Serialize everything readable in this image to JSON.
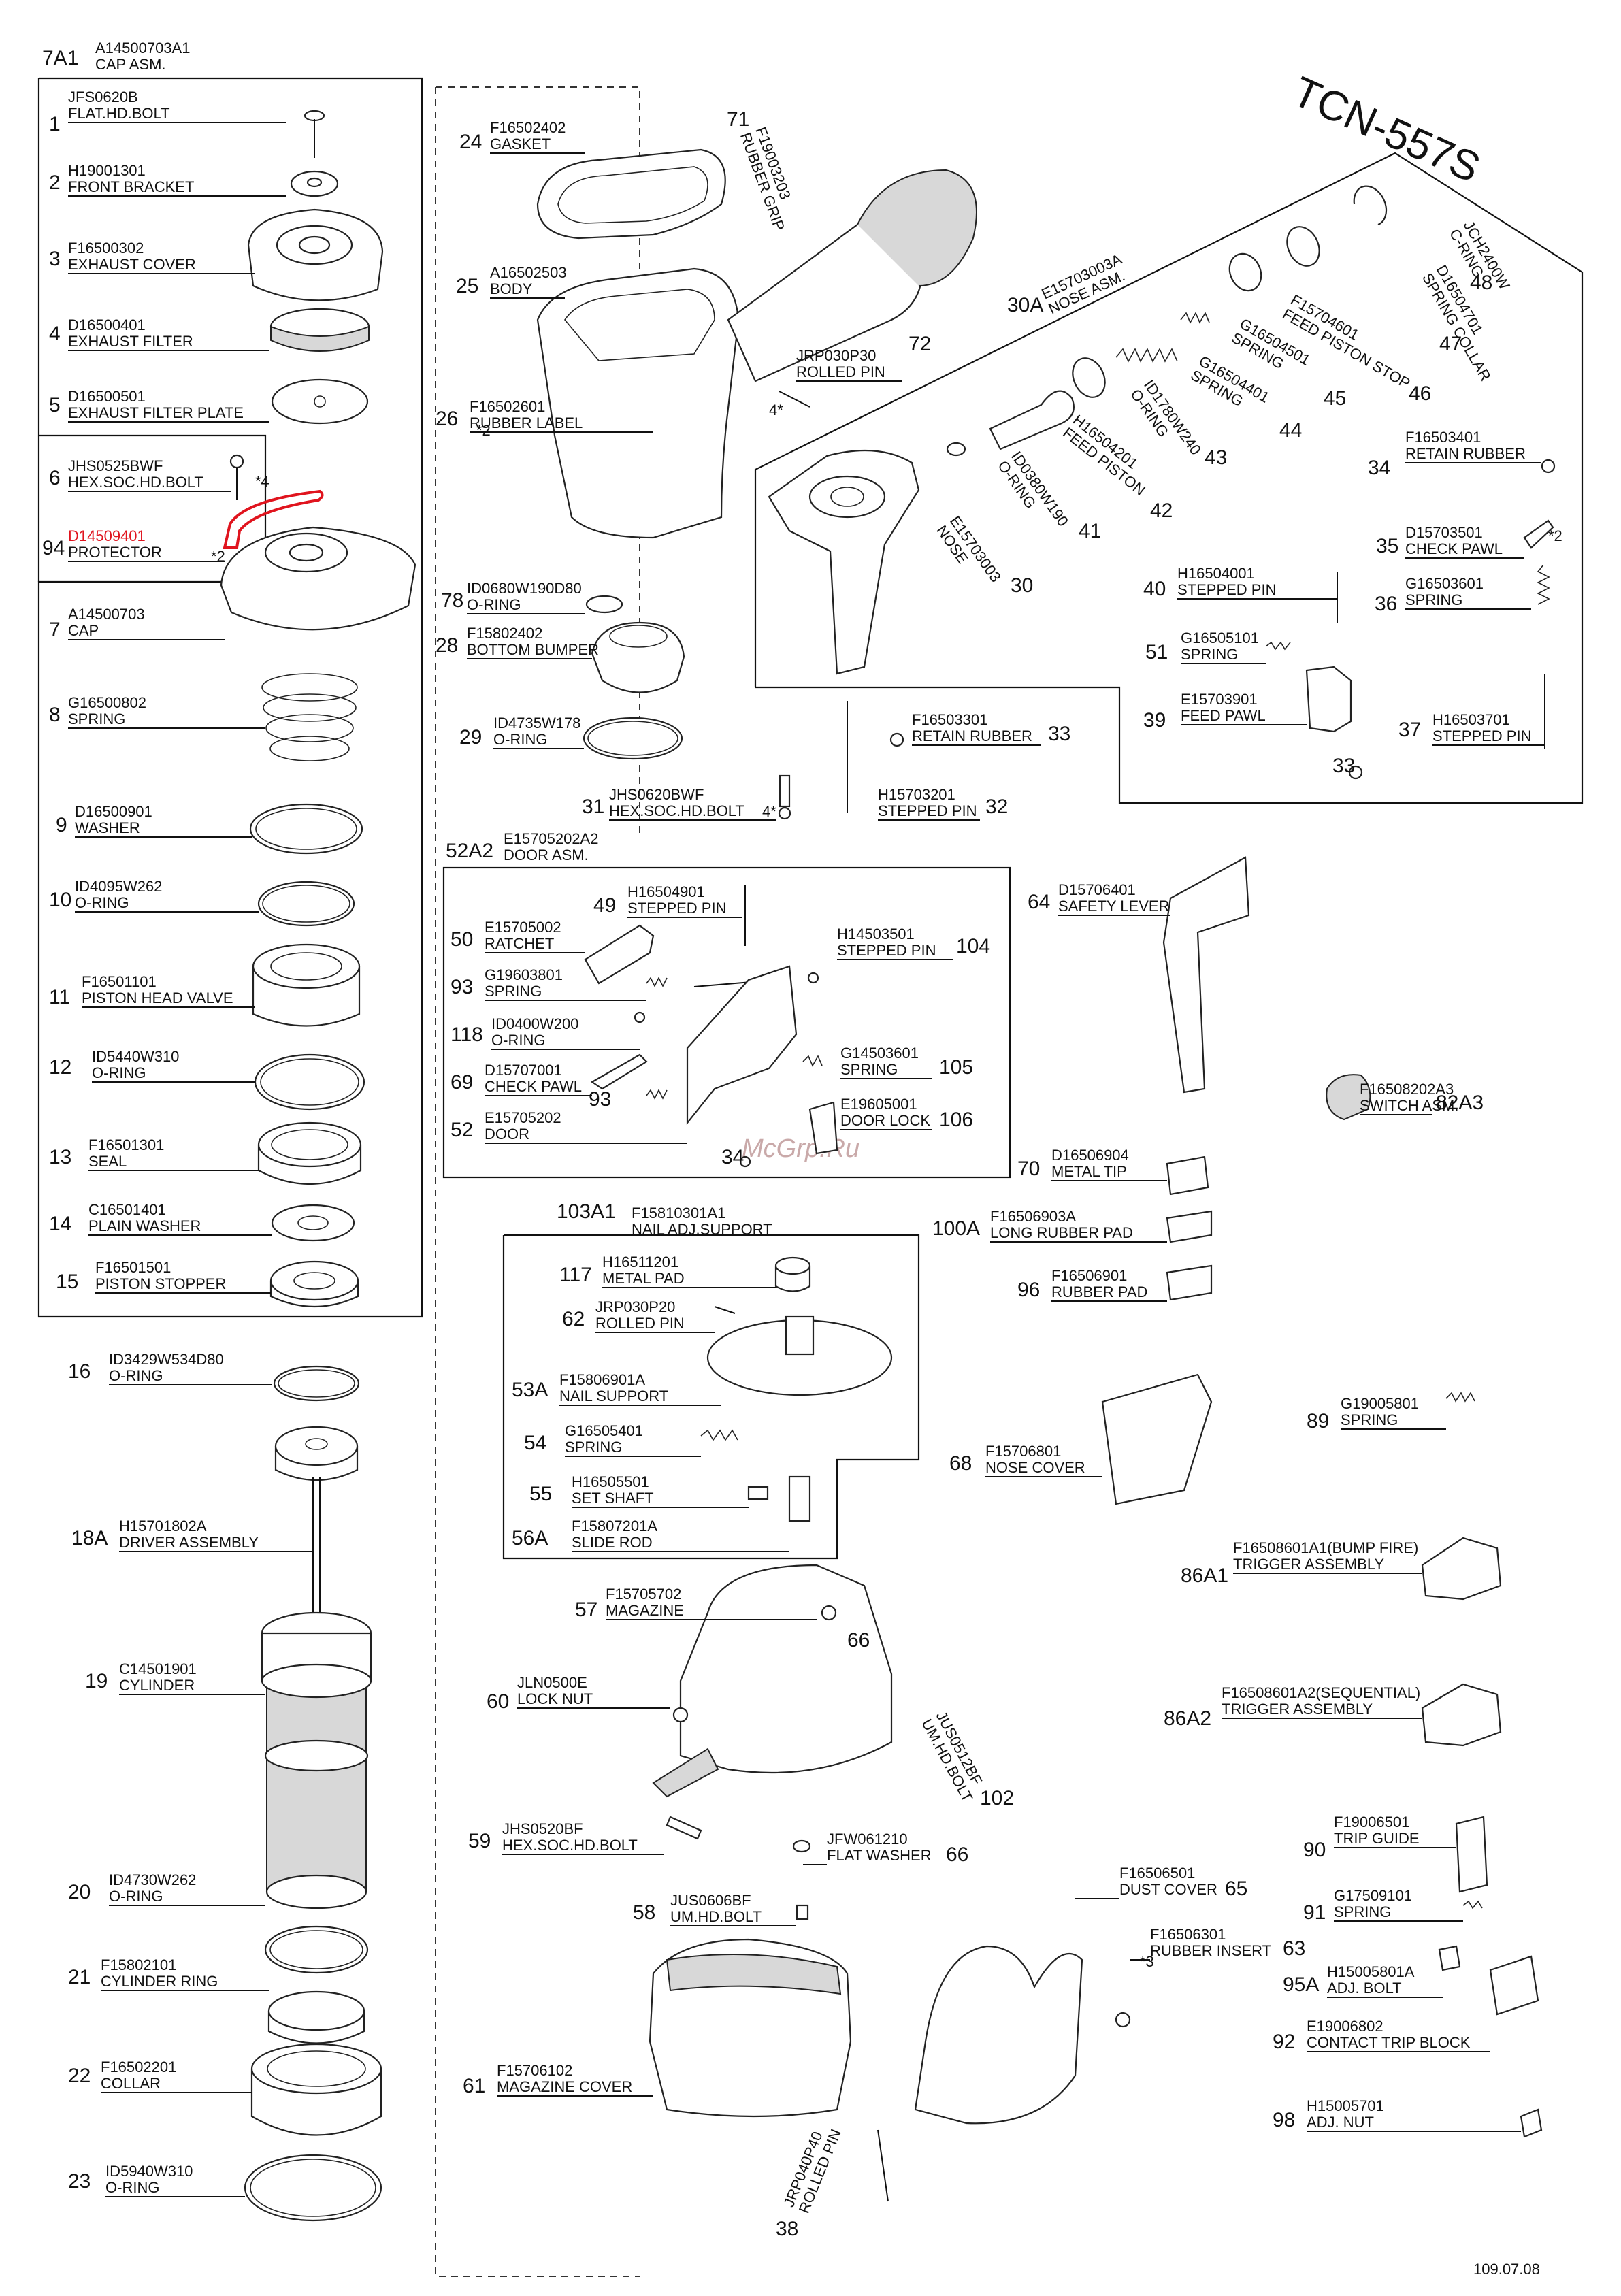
{
  "model": "TCN-557S",
  "date_code": "109.07.08",
  "watermark": "McGrp.Ru",
  "colors": {
    "line": "#111111",
    "highlight": "#e0141e",
    "watermark": "#c9a9a9"
  },
  "parts": [
    {
      "no": "7A1",
      "code": "A14500703A1",
      "name": "CAP ASM."
    },
    {
      "no": "1",
      "code": "JFS0620B",
      "name": "FLAT.HD.BOLT"
    },
    {
      "no": "2",
      "code": "H19001301",
      "name": "FRONT BRACKET"
    },
    {
      "no": "3",
      "code": "F16500302",
      "name": "EXHAUST COVER"
    },
    {
      "no": "4",
      "code": "D16500401",
      "name": "EXHAUST FILTER"
    },
    {
      "no": "5",
      "code": "D16500501",
      "name": "EXHAUST FILTER PLATE"
    },
    {
      "no": "6",
      "code": "JHS0525BWF",
      "name": "HEX.SOC.HD.BOLT"
    },
    {
      "no": "94",
      "code": "D14509401",
      "name": "PROTECTOR"
    },
    {
      "no": "7",
      "code": "A14500703",
      "name": "CAP"
    },
    {
      "no": "8",
      "code": "G16500802",
      "name": "SPRING"
    },
    {
      "no": "9",
      "code": "D16500901",
      "name": "WASHER"
    },
    {
      "no": "10",
      "code": "ID4095W262",
      "name": "O-RING"
    },
    {
      "no": "11",
      "code": "F16501101",
      "name": "PISTON HEAD VALVE"
    },
    {
      "no": "12",
      "code": "ID5440W310",
      "name": "O-RING"
    },
    {
      "no": "13",
      "code": "F16501301",
      "name": "SEAL"
    },
    {
      "no": "14",
      "code": "C16501401",
      "name": "PLAIN WASHER"
    },
    {
      "no": "15",
      "code": "F16501501",
      "name": "PISTON STOPPER"
    },
    {
      "no": "16",
      "code": "ID3429W534D80",
      "name": "O-RING"
    },
    {
      "no": "18A",
      "code": "H15701802A",
      "name": "DRIVER ASSEMBLY"
    },
    {
      "no": "19",
      "code": "C14501901",
      "name": "CYLINDER"
    },
    {
      "no": "20",
      "code": "ID4730W262",
      "name": "O-RING"
    },
    {
      "no": "21",
      "code": "F15802101",
      "name": "CYLINDER RING"
    },
    {
      "no": "22",
      "code": "F16502201",
      "name": "COLLAR"
    },
    {
      "no": "23",
      "code": "ID5940W310",
      "name": "O-RING"
    },
    {
      "no": "24",
      "code": "F16502402",
      "name": "GASKET"
    },
    {
      "no": "25",
      "code": "A16502503",
      "name": "BODY"
    },
    {
      "no": "26",
      "code": "F16502601",
      "name": "RUBBER LABEL"
    },
    {
      "no": "78",
      "code": "ID0680W190D80",
      "name": "O-RING"
    },
    {
      "no": "28",
      "code": "F15802402",
      "name": "BOTTOM BUMPER"
    },
    {
      "no": "29",
      "code": "ID4735W178",
      "name": "O-RING"
    },
    {
      "no": "31",
      "code": "JHS0620BWF",
      "name": "HEX.SOC.HD.BOLT"
    },
    {
      "no": "71",
      "code": "F19003203",
      "name": "RUBBER GRIP"
    },
    {
      "no": "72",
      "code": "JRP030P30",
      "name": "ROLLED PIN"
    },
    {
      "no": "30A",
      "code": "E15703003A",
      "name": "NOSE ASM."
    },
    {
      "no": "48",
      "code": "JCH2400W",
      "name": "C-RING"
    },
    {
      "no": "47",
      "code": "D16504701",
      "name": "SPRING COLLAR"
    },
    {
      "no": "46",
      "code": "F15704601",
      "name": "FEED PISTON STOP"
    },
    {
      "no": "45",
      "code": "G16504501",
      "name": "SPRING"
    },
    {
      "no": "44",
      "code": "G16504401",
      "name": "SPRING"
    },
    {
      "no": "43",
      "code": "ID1780W240",
      "name": "O-RING"
    },
    {
      "no": "42",
      "code": "H16504201",
      "name": "FEED PISTON"
    },
    {
      "no": "41",
      "code": "ID0380W190",
      "name": "O-RING"
    },
    {
      "no": "30",
      "code": "E15703003",
      "name": "NOSE"
    },
    {
      "no": "34",
      "code": "F16503401",
      "name": "RETAIN RUBBER"
    },
    {
      "no": "35",
      "code": "D15703501",
      "name": "CHECK PAWL"
    },
    {
      "no": "36",
      "code": "G16503601",
      "name": "SPRING"
    },
    {
      "no": "40",
      "code": "H16504001",
      "name": "STEPPED PIN"
    },
    {
      "no": "51",
      "code": "G16505101",
      "name": "SPRING"
    },
    {
      "no": "39",
      "code": "E15703901",
      "name": "FEED PAWL"
    },
    {
      "no": "37",
      "code": "H16503701",
      "name": "STEPPED PIN"
    },
    {
      "no": "33",
      "code": "F16503301",
      "name": "RETAIN RUBBER"
    },
    {
      "no": "32",
      "code": "H15703201",
      "name": "STEPPED PIN"
    },
    {
      "no": "52A2",
      "code": "E15705202A2",
      "name": "DOOR ASM."
    },
    {
      "no": "49",
      "code": "H16504901",
      "name": "STEPPED PIN"
    },
    {
      "no": "50",
      "code": "E15705002",
      "name": "RATCHET"
    },
    {
      "no": "104",
      "code": "H14503501",
      "name": "STEPPED PIN"
    },
    {
      "no": "93",
      "code": "G19603801",
      "name": "SPRING"
    },
    {
      "no": "118",
      "code": "ID0400W200",
      "name": "O-RING"
    },
    {
      "no": "69",
      "code": "D15707001",
      "name": "CHECK PAWL"
    },
    {
      "no": "52",
      "code": "E15705202",
      "name": "DOOR"
    },
    {
      "no": "105",
      "code": "G14503601",
      "name": "SPRING"
    },
    {
      "no": "106",
      "code": "E19605001",
      "name": "DOOR LOCK"
    },
    {
      "no": "64",
      "code": "D15706401",
      "name": "SAFETY LEVER"
    },
    {
      "no": "82A3",
      "code": "F16508202A3",
      "name": "SWITCH ASM."
    },
    {
      "no": "70",
      "code": "D16506904",
      "name": "METAL TIP"
    },
    {
      "no": "100A",
      "code": "F16506903A",
      "name": "LONG RUBBER PAD"
    },
    {
      "no": "96",
      "code": "F16506901",
      "name": "RUBBER PAD"
    },
    {
      "no": "103A1",
      "code": "F15810301A1",
      "name": "NAIL ADJ.SUPPORT"
    },
    {
      "no": "117",
      "code": "H16511201",
      "name": "METAL PAD"
    },
    {
      "no": "62",
      "code": "JRP030P20",
      "name": "ROLLED PIN"
    },
    {
      "no": "53A",
      "code": "F15806901A",
      "name": "NAIL SUPPORT"
    },
    {
      "no": "54",
      "code": "G16505401",
      "name": "SPRING"
    },
    {
      "no": "55",
      "code": "H16505501",
      "name": "SET SHAFT"
    },
    {
      "no": "56A",
      "code": "F15807201A",
      "name": "SLIDE ROD"
    },
    {
      "no": "68",
      "code": "F15706801",
      "name": "NOSE COVER"
    },
    {
      "no": "89",
      "code": "G19005801",
      "name": "SPRING"
    },
    {
      "no": "86A1",
      "code": "F16508601A1(BUMP FIRE)",
      "name": "TRIGGER ASSEMBLY"
    },
    {
      "no": "86A2",
      "code": "F16508601A2(SEQUENTIAL)",
      "name": "TRIGGER ASSEMBLY"
    },
    {
      "no": "57",
      "code": "F15705702",
      "name": "MAGAZINE"
    },
    {
      "no": "60",
      "code": "JLN0500E",
      "name": "LOCK NUT"
    },
    {
      "no": "102",
      "code": "JUS0512BF",
      "name": "UM.HD.BOLT"
    },
    {
      "no": "59",
      "code": "JHS0520BF",
      "name": "HEX.SOC.HD.BOLT"
    },
    {
      "no": "66",
      "code": "JFW061210",
      "name": "FLAT WASHER"
    },
    {
      "no": "58",
      "code": "JUS0606BF",
      "name": "UM.HD.BOLT"
    },
    {
      "no": "65",
      "code": "F16506501",
      "name": "DUST COVER"
    },
    {
      "no": "63",
      "code": "F16506301",
      "name": "RUBBER INSERT"
    },
    {
      "no": "90",
      "code": "F19006501",
      "name": "TRIP GUIDE"
    },
    {
      "no": "91",
      "code": "G17509101",
      "name": "SPRING"
    },
    {
      "no": "95A",
      "code": "H15005801A",
      "name": "ADJ. BOLT"
    },
    {
      "no": "92",
      "code": "E19006802",
      "name": "CONTACT TRIP BLOCK"
    },
    {
      "no": "98",
      "code": "H15005701",
      "name": "ADJ. NUT"
    },
    {
      "no": "61",
      "code": "F15706102",
      "name": "MAGAZINE COVER"
    },
    {
      "no": "38",
      "code": "JRP040P40",
      "name": "ROLLED PIN"
    }
  ],
  "extra_refs": [
    {
      "no": "4*"
    },
    {
      "no": "4*"
    },
    {
      "no": "*4"
    },
    {
      "no": "*2"
    },
    {
      "no": "*2"
    },
    {
      "no": "*2"
    },
    {
      "no": "*3"
    },
    {
      "no": "33"
    },
    {
      "no": "34"
    },
    {
      "no": "66"
    },
    {
      "no": "93"
    }
  ]
}
